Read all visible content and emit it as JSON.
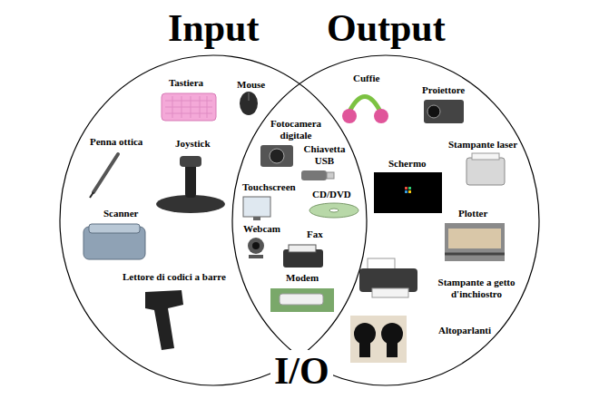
{
  "diagram": {
    "nodes": [
      {
        "text": [
          "Input"
        ]
      },
      {
        "text": [
          "Output"
        ]
      }
    ],
    "labels": [
      "Tastiera",
      "Mouse",
      "Penna ottica",
      "Joystick",
      "Scanner",
      "Lettore di codici a barre",
      "Fotocamera digitale",
      "Chiavetta USB",
      "Touchscreen",
      "CD/DVD",
      "Webcam",
      "Fax",
      "Modem",
      "Cuffie",
      "Proiettore",
      "Stampante laser",
      "Schermo",
      "Plotter",
      "Stampante a getto d'inchiostro",
      "Altoparlanti",
      "I/O"
    ]
  }
}
